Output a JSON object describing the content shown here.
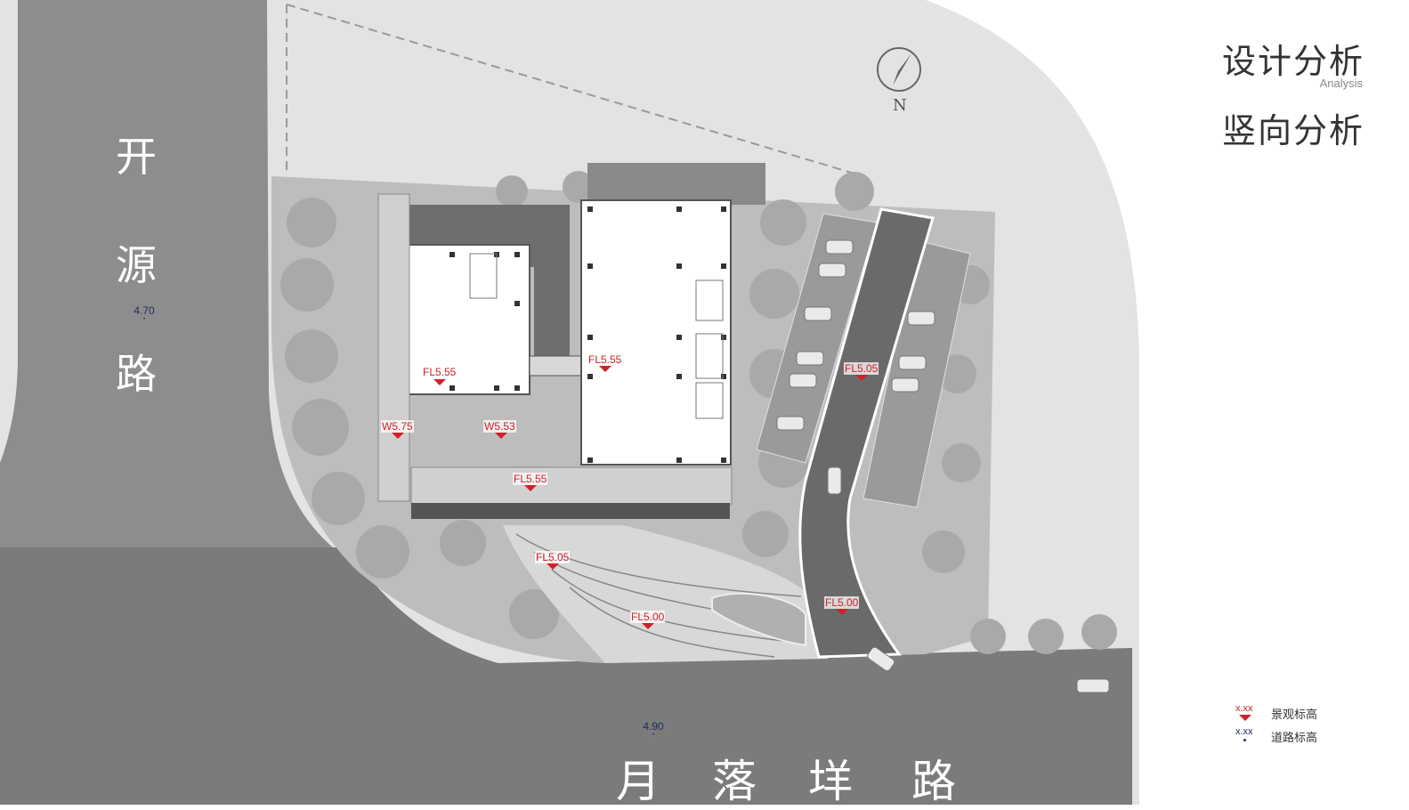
{
  "title": {
    "main": "设计分析",
    "sub": "Analysis",
    "section": "竖向分析"
  },
  "roads": {
    "vertical": [
      "开",
      "源",
      "路"
    ],
    "horizontal": [
      "月",
      "落",
      "垟",
      "路"
    ]
  },
  "compass": {
    "label": "N"
  },
  "road_elevations": [
    {
      "id": "left-road",
      "value": "4.70"
    },
    {
      "id": "bottom-road",
      "value": "4.90"
    }
  ],
  "landscape_elevations": [
    {
      "id": "west-building",
      "value": "FL5.55"
    },
    {
      "id": "east-building",
      "value": "FL5.55"
    },
    {
      "id": "parking",
      "value": "FL5.05"
    },
    {
      "id": "west-water",
      "value": "W5.75"
    },
    {
      "id": "court-water",
      "value": "W5.53"
    },
    {
      "id": "terrace",
      "value": "FL5.55"
    },
    {
      "id": "steps",
      "value": "FL5.05"
    },
    {
      "id": "plaza",
      "value": "FL5.00"
    },
    {
      "id": "entry",
      "value": "FL5.00"
    }
  ],
  "legend": [
    {
      "sample": "x.xx",
      "label": "景观标高",
      "color": "#d0202a"
    },
    {
      "sample": "x.xx",
      "label": "道路标高",
      "color": "#1f2a5e"
    }
  ],
  "colors": {
    "road": "#7d7d7d",
    "site": "#e4e4e4",
    "building": "#ffffff",
    "marker": "#d0202a",
    "road_marker": "#1f2a5e"
  }
}
